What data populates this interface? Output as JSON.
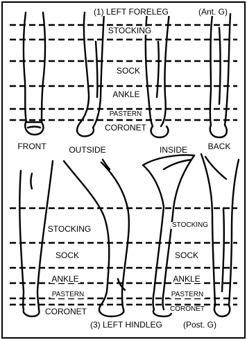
{
  "title_top": "(1) LEFT FORELEG",
  "tag_top": "(Ant. G)",
  "title_bottom": "(3) LEFT HINDLEG",
  "tag_bottom": "(Post. G)",
  "views": {
    "front": "FRONT",
    "outside": "OUTSIDE",
    "inside": "INSIDE",
    "back": "BACK"
  },
  "zones_top": {
    "stocking": "STOCKING",
    "sock": "SOCK",
    "ankle": "ANKLE",
    "pastern": "PASTERN",
    "coronet": "CORONET"
  },
  "zones_bottom_left": {
    "stocking": "STOCKING",
    "sock": "SOCK",
    "ankle": "ANKLE",
    "pastern": "PASTERN",
    "coronet": "CORONET"
  },
  "zones_bottom_right": {
    "stocking": "STOCKING",
    "sock": "SOCK",
    "ankle": "ANKLE",
    "pastern": "PASTERN",
    "coronet": "CORONET"
  },
  "colors": {
    "line": "#000000",
    "background": "#ffffff"
  }
}
